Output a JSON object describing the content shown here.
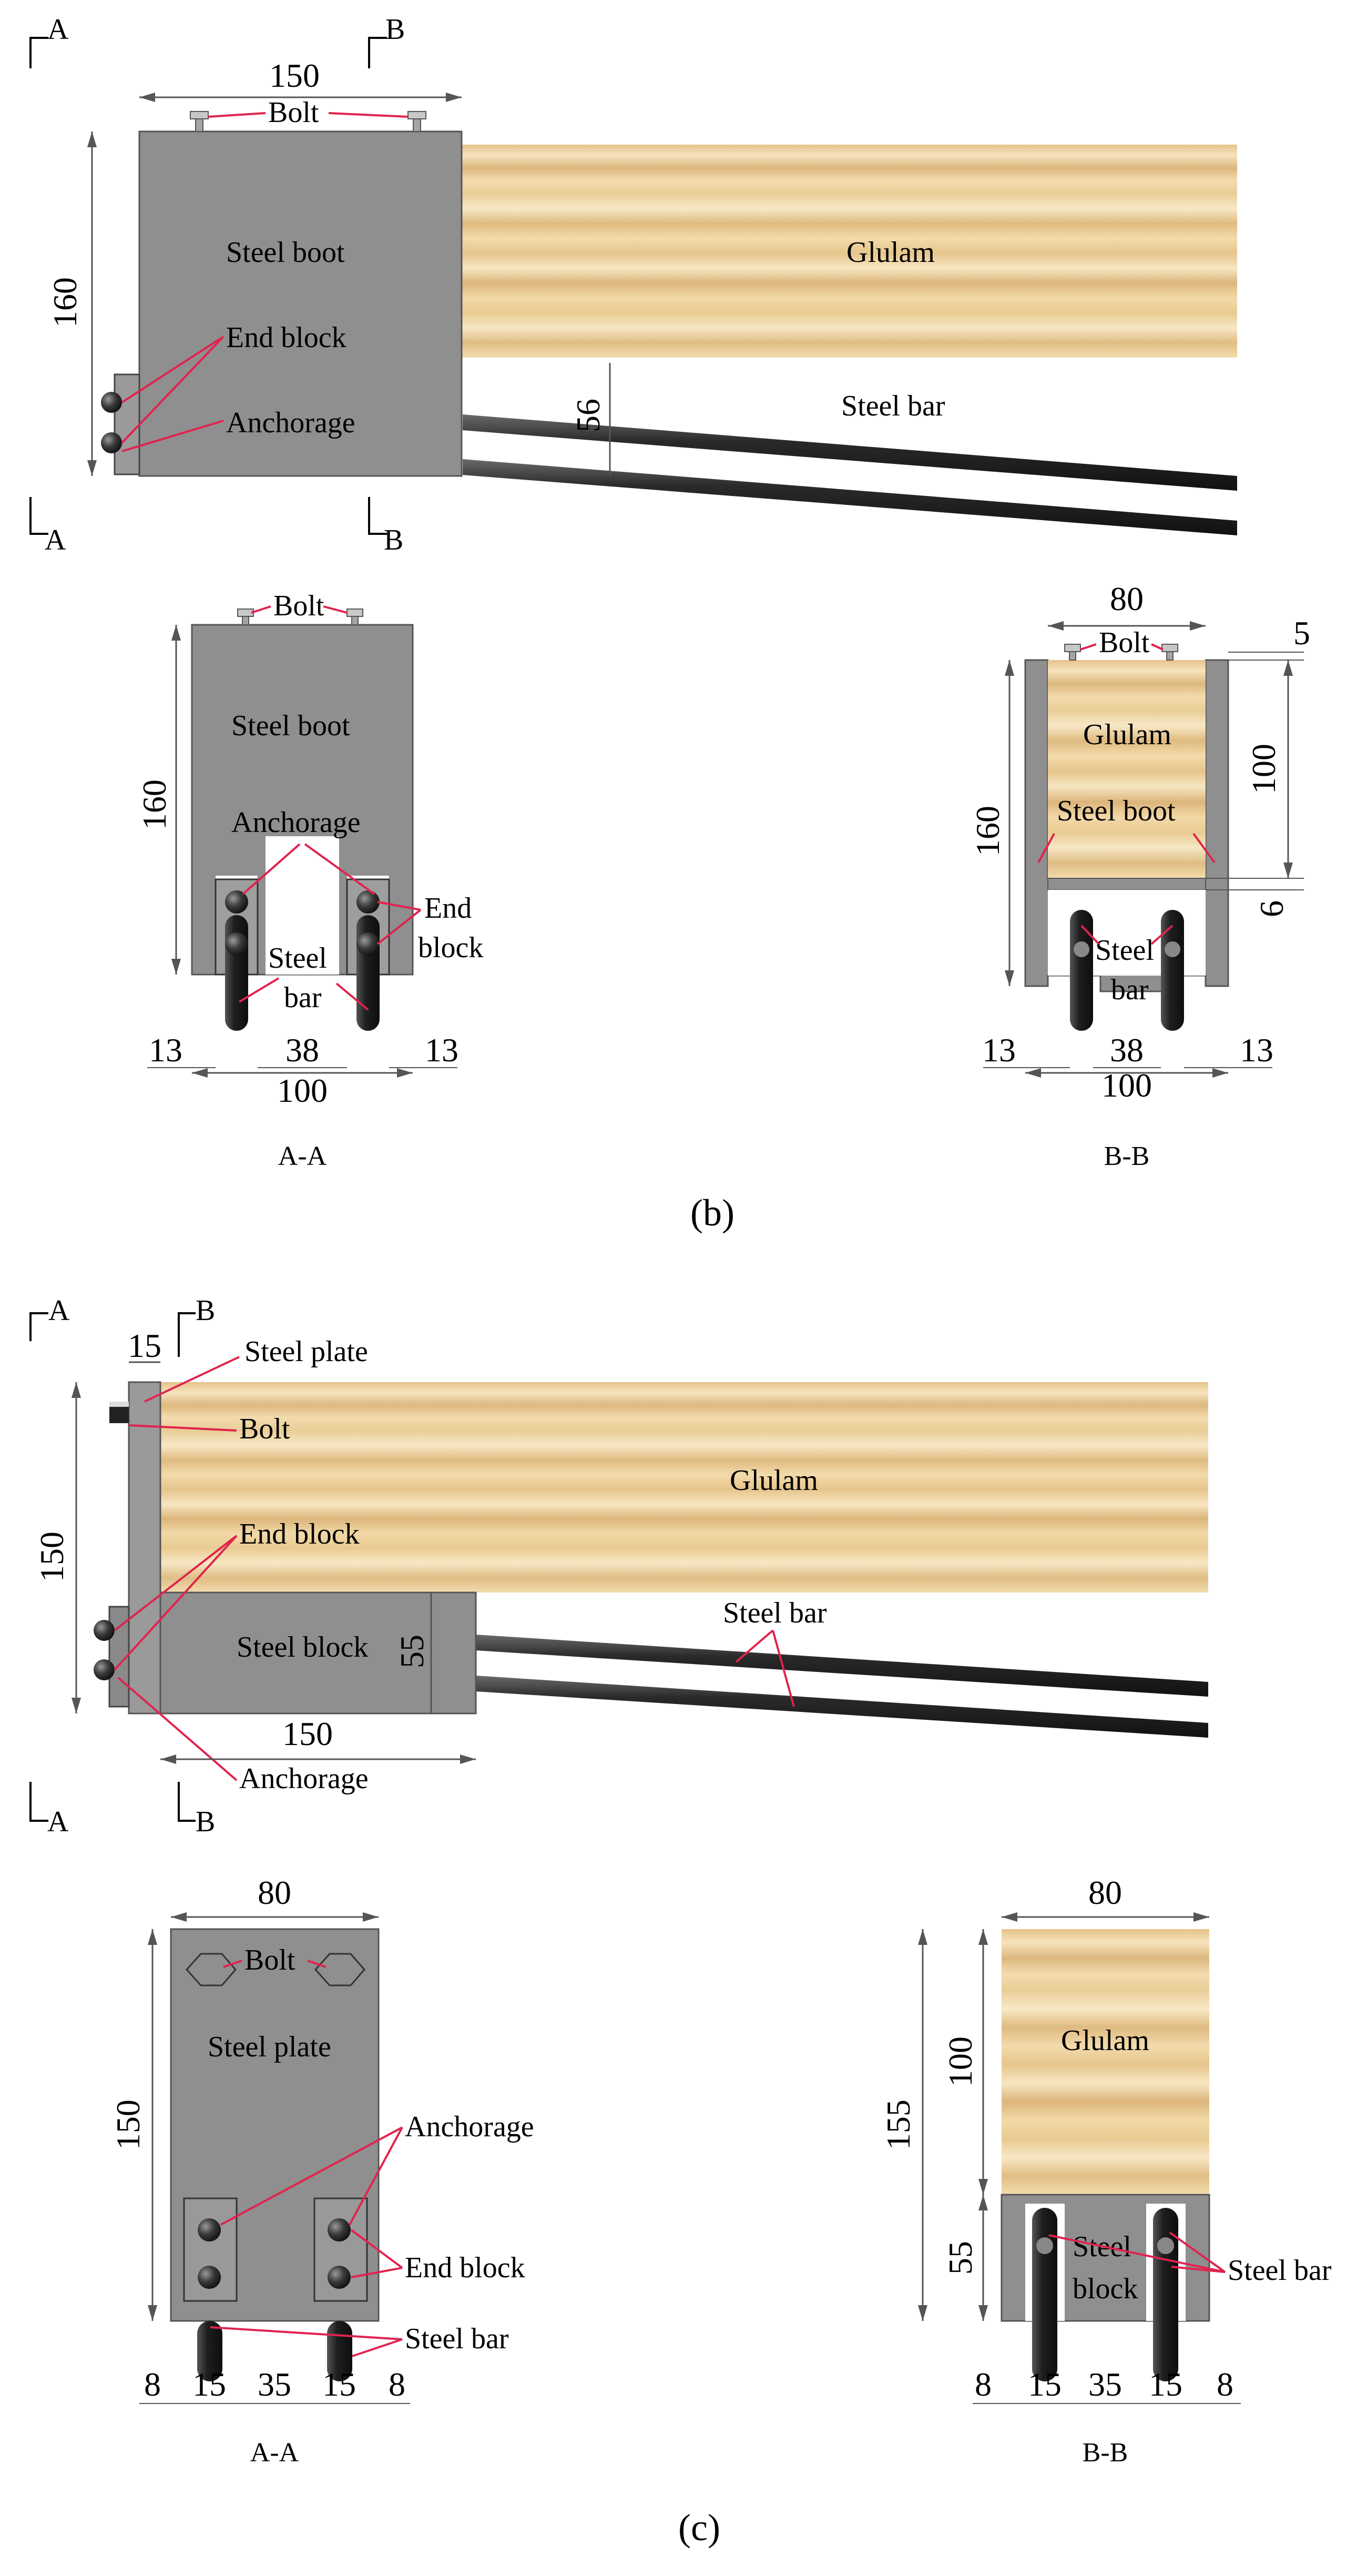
{
  "colors": {
    "steel": "#8f8f8f",
    "steel_dark": "#787878",
    "steel_edge": "#404040",
    "bar": "#2c2c2c",
    "leader": "#e0234e",
    "glulam_light": "#f1dcb0",
    "glulam_dark": "#d7b47a",
    "dim_line": "#555555"
  },
  "figure_b": {
    "caption": "(b)",
    "section_markers": [
      "A",
      "B",
      "A",
      "B"
    ],
    "elevation": {
      "dim_width": "150",
      "dim_height": "160",
      "dim_bar_offset": "56",
      "bolt": "Bolt",
      "steel_boot": "Steel boot",
      "end_block": "End block",
      "anchorage": "Anchorage",
      "glulam": "Glulam",
      "steel_bar": "Steel bar"
    },
    "section_aa": {
      "title": "A-A",
      "bolt": "Bolt",
      "steel_boot": "Steel boot",
      "anchorage": "Anchorage",
      "end_block_1": "End",
      "end_block_2": "block",
      "steel_bar_1": "Steel",
      "steel_bar_2": "bar",
      "dim_height": "160",
      "dim_left": "13",
      "dim_mid": "38",
      "dim_right": "13",
      "dim_total": "100"
    },
    "section_bb": {
      "title": "B-B",
      "bolt": "Bolt",
      "glulam": "Glulam",
      "steel_boot": "Steel boot",
      "steel_bar_1": "Steel",
      "steel_bar_2": "bar",
      "dim_top": "80",
      "dim_5": "5",
      "dim_100": "100",
      "dim_6": "6",
      "dim_height": "160",
      "dim_left": "13",
      "dim_mid": "38",
      "dim_right": "13",
      "dim_total": "100"
    }
  },
  "figure_c": {
    "caption": "(c)",
    "section_markers": [
      "A",
      "B",
      "A",
      "B"
    ],
    "elevation": {
      "dim_plate": "15",
      "dim_height": "150",
      "dim_block_h": "55",
      "dim_block_w": "150",
      "steel_plate": "Steel plate",
      "bolt": "Bolt",
      "glulam": "Glulam",
      "end_block": "End block",
      "steel_block": "Steel block",
      "steel_bar": "Steel bar",
      "anchorage": "Anchorage"
    },
    "section_aa": {
      "title": "A-A",
      "dim_top": "80",
      "bolt": "Bolt",
      "steel_plate": "Steel plate",
      "dim_height": "150",
      "anchorage": "Anchorage",
      "end_block": "End block",
      "steel_bar": "Steel bar",
      "dims": [
        "8",
        "15",
        "35",
        "15",
        "8"
      ]
    },
    "section_bb": {
      "title": "B-B",
      "dim_top": "80",
      "glulam": "Glulam",
      "dim_total": "155",
      "dim_100": "100",
      "dim_55": "55",
      "steel_block_1": "Steel",
      "steel_block_2": "block",
      "steel_bar": "Steel bar",
      "dims": [
        "8",
        "15",
        "35",
        "15",
        "8"
      ]
    }
  }
}
